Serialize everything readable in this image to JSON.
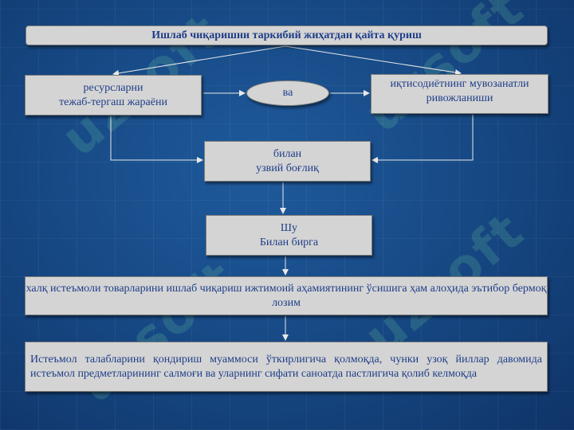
{
  "diagram": {
    "title": "Ишлаб чиқаришни таркибий жиҳатдан қайта қуриш",
    "left_node": "ресурсларни\nтежаб-тергаш жараёни",
    "connector_node": "ва",
    "right_node": "иқтисодиётнинг мувозанатли\nривожланиши",
    "middle_node": "билан\nузвий боғлиқ",
    "lower_node": "Шу\nБилан бирга",
    "statement_1": "халқ истеъмоли товарларини ишлаб чиқариш ижтимоий аҳамиятининг ўсишига ҳам алоҳида эътибор бермоқ лозим",
    "statement_2": "Истеъмол талабларини қондириш муаммоси ўткирлигича қолмоқда, чунки узоқ йиллар давомида истеъмол предметларининг салмоғи ва уларнинг сифати саноатда пастлигича қолиб келмоқда"
  },
  "watermark": "uzsoft",
  "colors": {
    "background": "#174a86",
    "box_fill": "#d4d4d4",
    "box_text": "#1f3e88",
    "connector": "#e8e8e8"
  }
}
